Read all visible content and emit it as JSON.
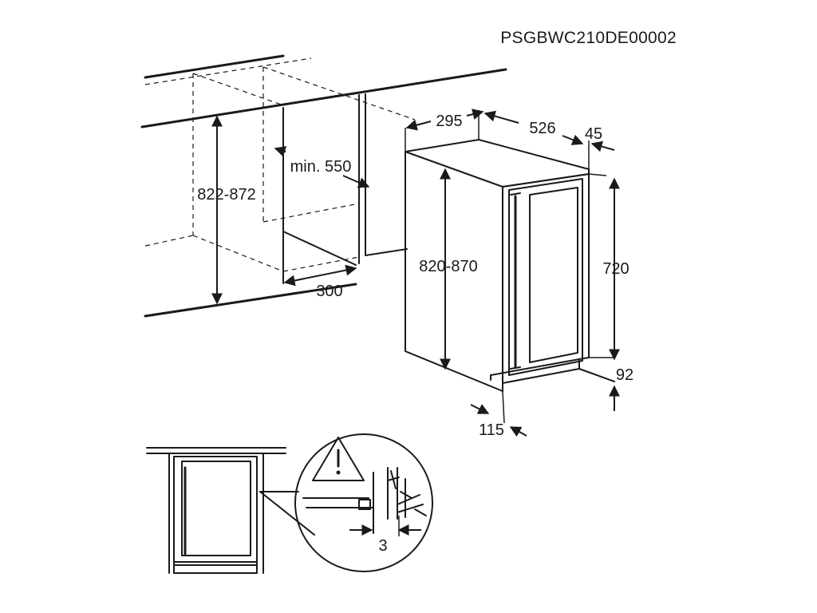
{
  "document_code": "PSGBWC210DE00002",
  "dimensions": {
    "niche_height": "822-872",
    "niche_width": "min. 550",
    "niche_depth": "300",
    "appliance_depth_top": "295",
    "appliance_depth": "526",
    "door_offset": "45",
    "appliance_height": "820-870",
    "door_height": "720",
    "plinth_height": "92",
    "plinth_depth": "115",
    "gap_clearance": "3"
  },
  "icons": {
    "warning": "warning-triangle-icon"
  }
}
